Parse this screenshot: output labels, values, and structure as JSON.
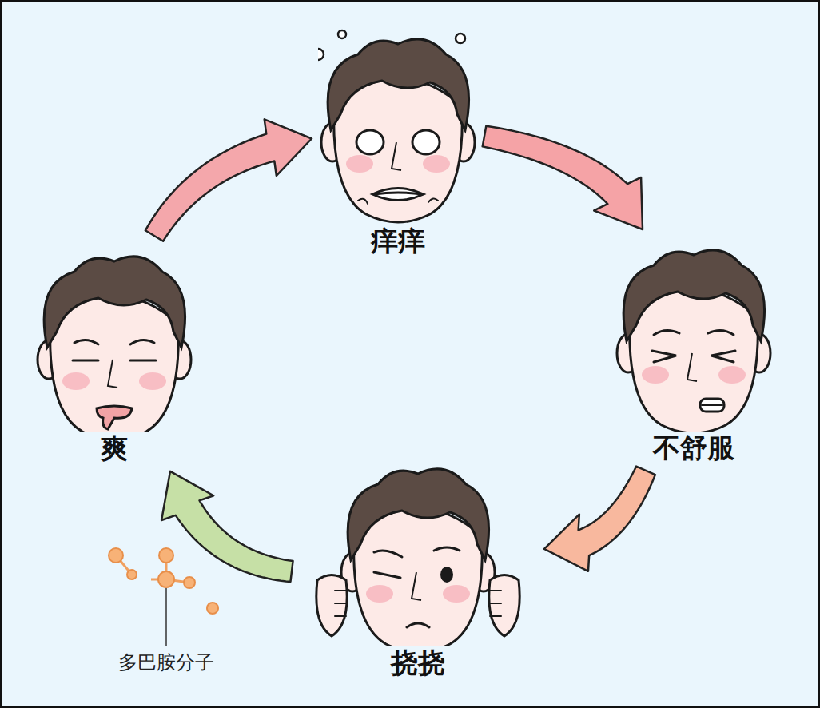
{
  "diagram": {
    "nodes": [
      {
        "text": [
          "痒痒"
        ]
      },
      {
        "text": [
          "不舒服"
        ]
      },
      {
        "text": [
          "挠挠"
        ]
      },
      {
        "text": [
          "爽"
        ]
      }
    ],
    "edges": [
      {
        "from": 0,
        "to": 1,
        "arrow": "to"
      },
      {
        "from": 1,
        "to": 2,
        "arrow": "to"
      },
      {
        "from": 2,
        "to": 3,
        "arrow": "to"
      },
      {
        "from": 3,
        "to": 0,
        "arrow": "to"
      }
    ],
    "labels": [
      "多巴胺分子"
    ]
  }
}
